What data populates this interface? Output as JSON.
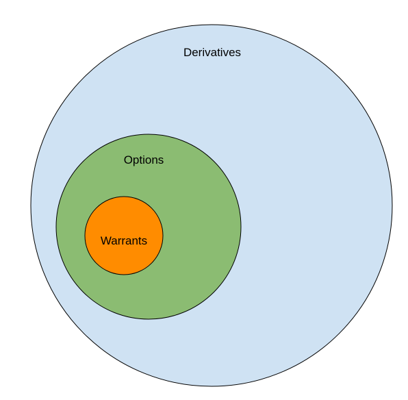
{
  "diagram": {
    "type": "nested-sets",
    "sets": [
      {
        "label": "Derivatives",
        "color": "#cfe2f3"
      },
      {
        "label": "Options",
        "color": "#8bbc72"
      },
      {
        "label": "Warrants",
        "color": "#ff8c00"
      }
    ],
    "relations": [
      {
        "inner": "Options",
        "outer": "Derivatives"
      },
      {
        "inner": "Warrants",
        "outer": "Options"
      }
    ],
    "outline_color": "#000000"
  }
}
